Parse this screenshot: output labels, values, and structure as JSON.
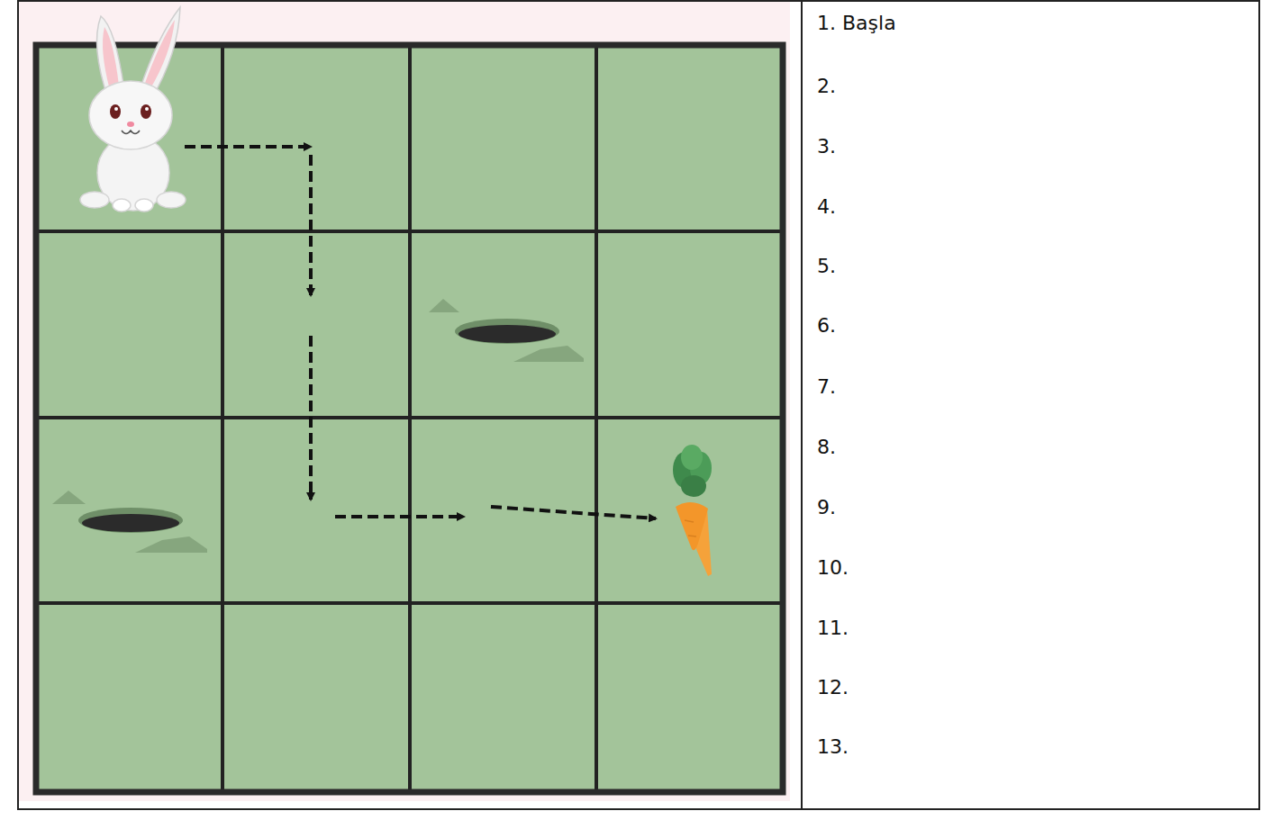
{
  "diagram": {
    "labels": [
      "1. Başla",
      "2.",
      "3.",
      "4.",
      "5.",
      "6.",
      "7.",
      "8.",
      "9.",
      "10.",
      "11.",
      "12.",
      "13."
    ]
  }
}
